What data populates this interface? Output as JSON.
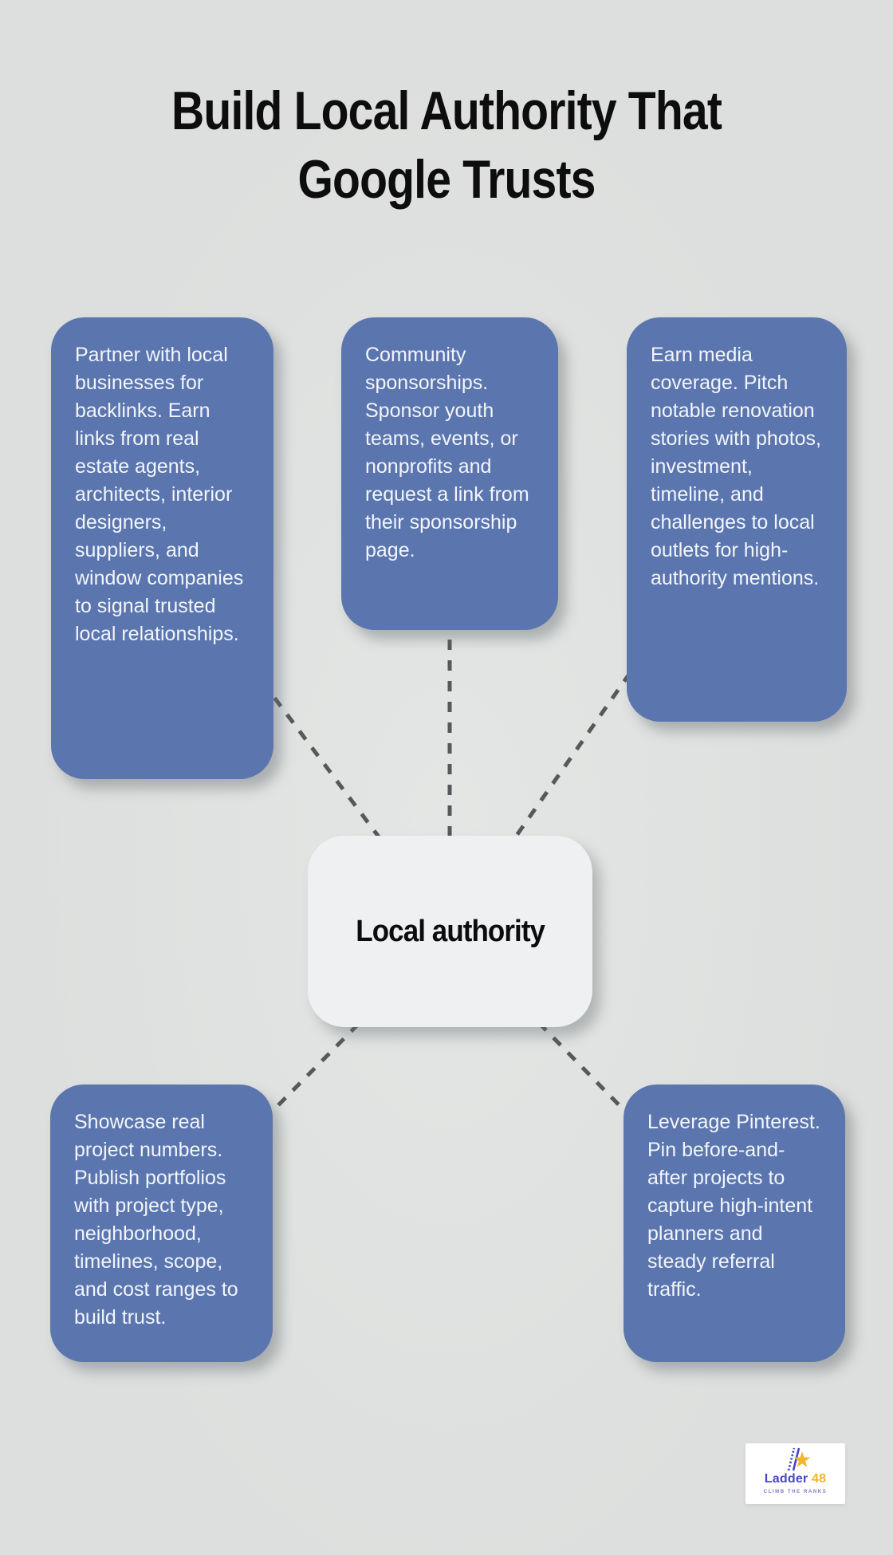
{
  "title": {
    "line1": "Build Local Authority That",
    "line2": "Google Trusts"
  },
  "center": {
    "label": "Local authority"
  },
  "nodes": [
    {
      "id": "partner-backlinks",
      "text": "Partner with local businesses for backlinks. Earn links from real estate agents, architects, interior designers, suppliers, and window companies to signal trusted local relationships."
    },
    {
      "id": "community-sponsorships",
      "text": "Community sponsorships. Sponsor youth teams, events, or nonprofits and request a link from their sponsorship page."
    },
    {
      "id": "earn-media-coverage",
      "text": "Earn media coverage. Pitch notable renovation stories with photos, investment, timeline, and challenges to local outlets for high-authority mentions."
    },
    {
      "id": "showcase-project-numbers",
      "text": "Showcase real project numbers. Publish portfolios with project type, neighborhood, timelines, scope, and cost ranges to build trust."
    },
    {
      "id": "leverage-pinterest",
      "text": "Leverage Pinterest. Pin before-and-after projects to capture high-intent planners and steady referral traffic."
    }
  ],
  "connections": [
    {
      "from": "partner-backlinks",
      "to": "center"
    },
    {
      "from": "community-sponsorships",
      "to": "center"
    },
    {
      "from": "earn-media-coverage",
      "to": "center"
    },
    {
      "from": "showcase-project-numbers",
      "to": "center"
    },
    {
      "from": "leverage-pinterest",
      "to": "center"
    }
  ],
  "logo": {
    "name": "Ladder",
    "number": "48",
    "tagline": "CLIMB THE RANKS"
  },
  "colors": {
    "background": "#dfe1e0",
    "node_fill": "#5b76ae",
    "node_text": "#f3f5f9",
    "center_fill": "#eff0f2",
    "center_text": "#0c0c0c",
    "connector": "#565859",
    "title_text": "#0d0d0d",
    "brand_indigo": "#4745c9",
    "brand_gold": "#f2b42c"
  }
}
